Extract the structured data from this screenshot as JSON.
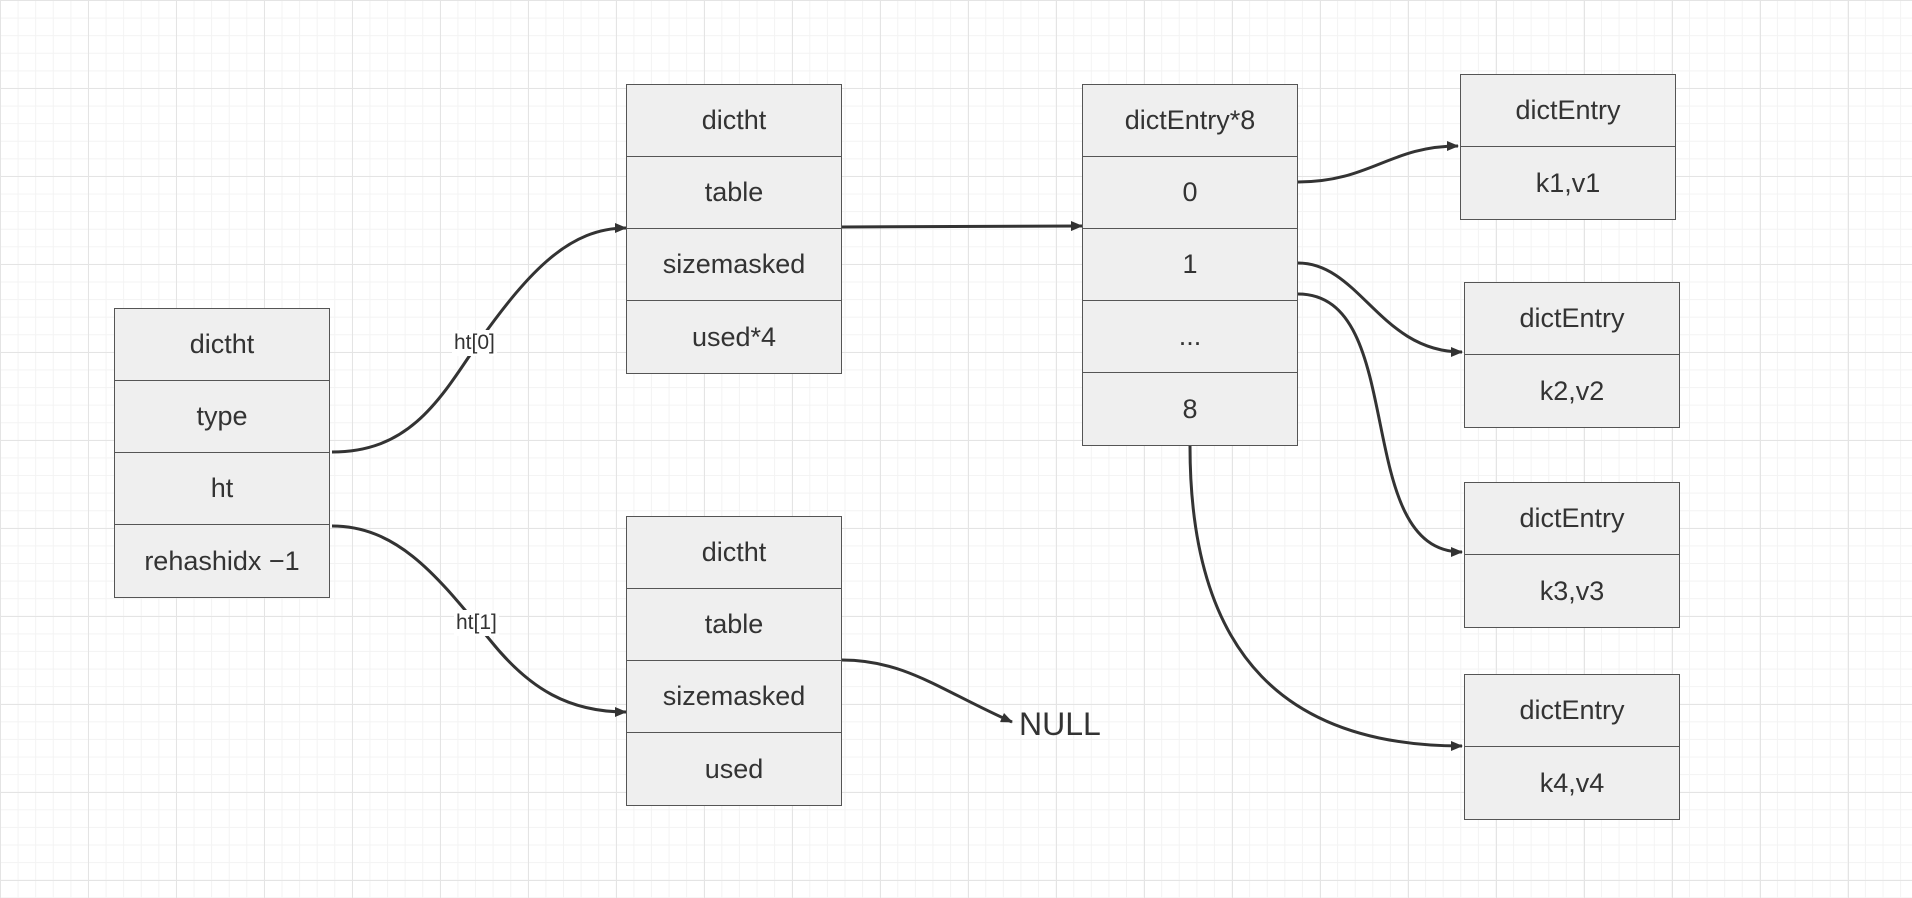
{
  "dict": {
    "cells": [
      "dictht",
      "type",
      "ht",
      "rehashidx −1"
    ]
  },
  "ht0": {
    "cells": [
      "dictht",
      "table",
      "sizemasked",
      "used*4"
    ]
  },
  "ht1": {
    "cells": [
      "dictht",
      "table",
      "sizemasked",
      "used"
    ]
  },
  "table": {
    "cells": [
      "dictEntry*8",
      "0",
      "1",
      "...",
      "8"
    ]
  },
  "entries": [
    {
      "name": "dictEntry",
      "kv": "k1,v1"
    },
    {
      "name": "dictEntry",
      "kv": "k2,v2"
    },
    {
      "name": "dictEntry",
      "kv": "k3,v3"
    },
    {
      "name": "dictEntry",
      "kv": "k4,v4"
    }
  ],
  "labels": {
    "ht0": "ht[0]",
    "ht1": "ht[1]",
    "null": "NULL"
  },
  "colors": {
    "line": "#333333",
    "box_fill": "#efefef",
    "box_border": "#555555"
  }
}
